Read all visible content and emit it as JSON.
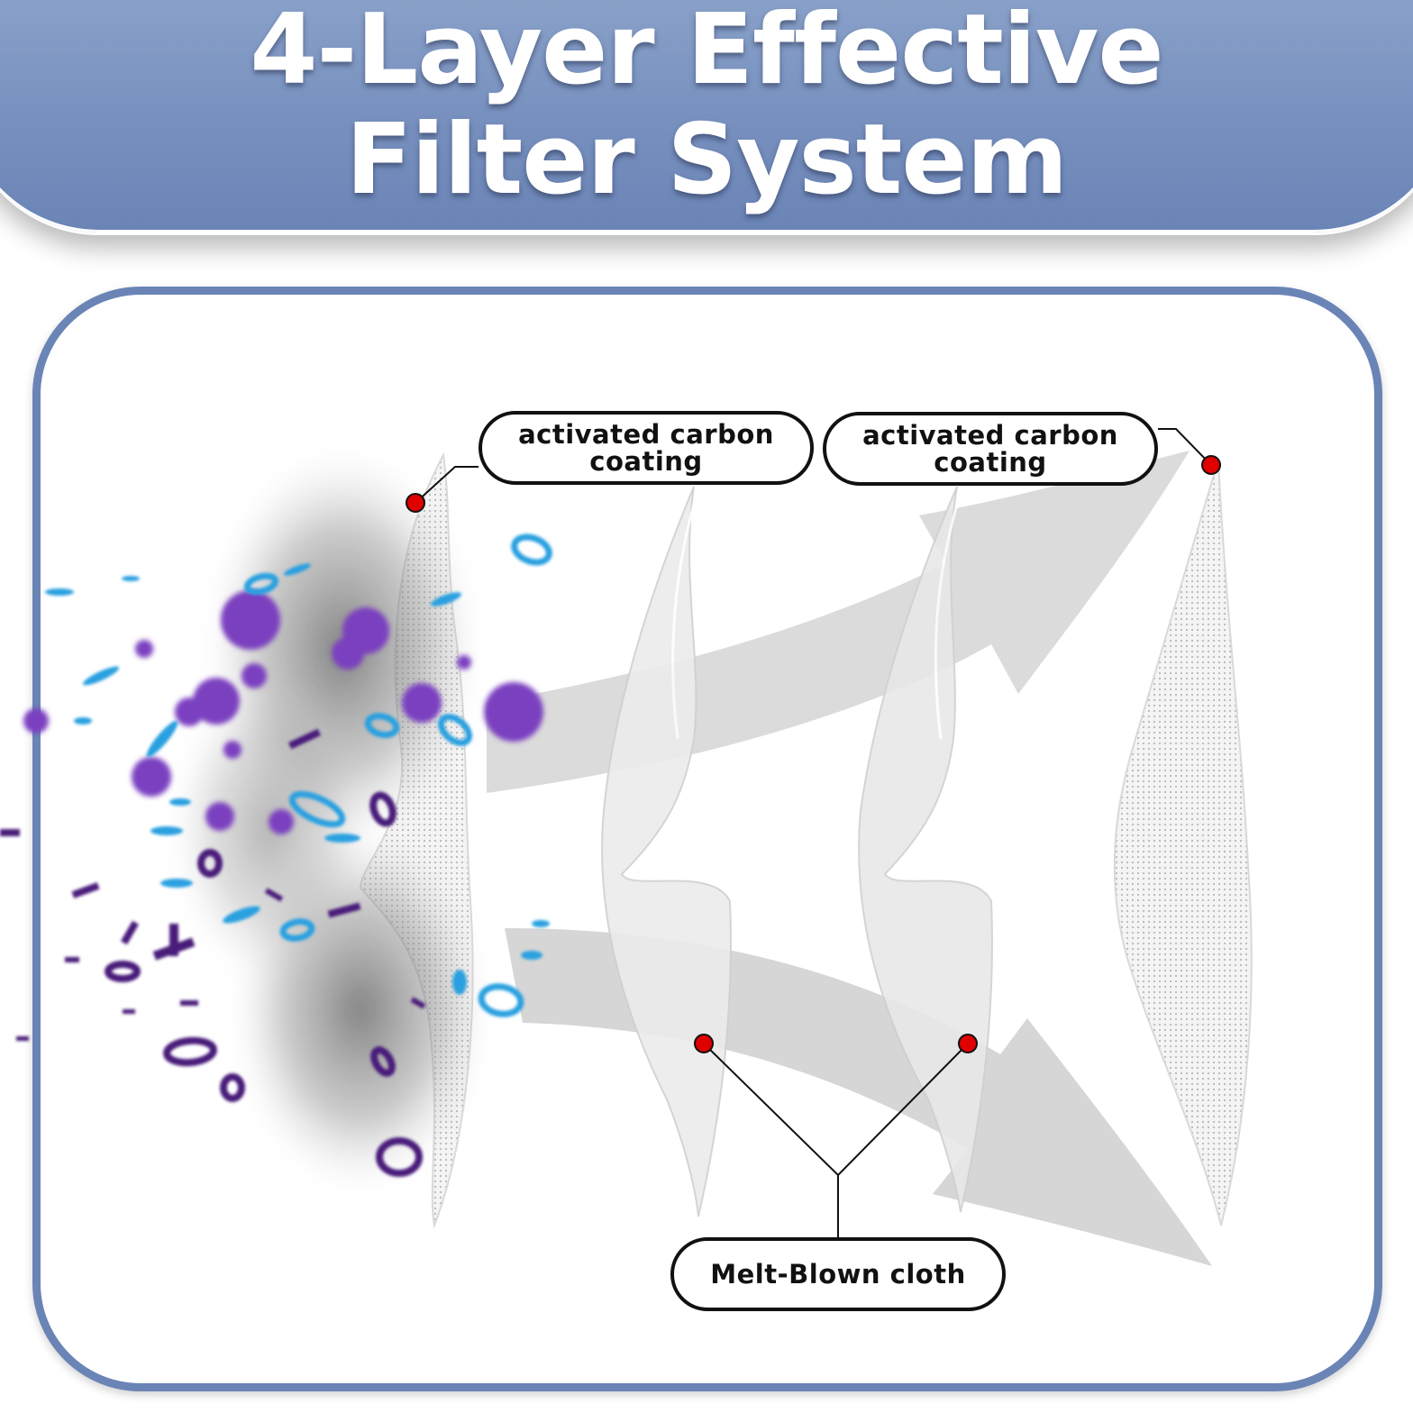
{
  "header": {
    "title_line1": "4-Layer Effective",
    "title_line2": "Filter System"
  },
  "callouts": {
    "top_left": {
      "line1": "activated carbon",
      "line2": "coating"
    },
    "top_right": {
      "line1": "activated carbon",
      "line2": "coating"
    },
    "bottom": {
      "label": "Melt-Blown cloth"
    }
  },
  "colors": {
    "banner": "#7891bf",
    "panel_border": "#6a84b6",
    "marker": "#e00000",
    "virus_purple": "#7a3fc0",
    "particle_blue": "#2aa0e0",
    "particle_dark": "#4a1d7a"
  }
}
